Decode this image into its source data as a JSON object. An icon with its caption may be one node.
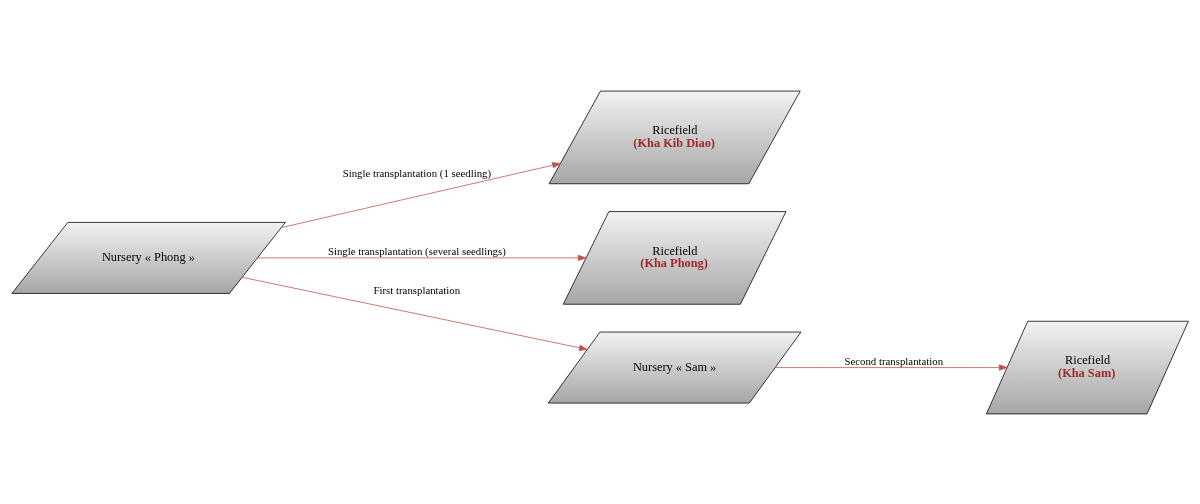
{
  "diagram": {
    "nodes": [
      {
        "text": [
          "Nursery « Phong »"
        ]
      },
      {
        "text": [
          "Ricefield",
          "(Kha Kib Diao)"
        ]
      },
      {
        "text": [
          "Ricefield",
          "(Kha Phong)"
        ]
      },
      {
        "text": [
          "Nursery « Sam »"
        ]
      },
      {
        "text": [
          "Ricefield",
          "(Kha Sam)"
        ]
      }
    ],
    "edges": [
      {
        "from": 0,
        "to": 1,
        "arrow": "to",
        "label": "Single transplantation (1 seedling)"
      },
      {
        "from": 0,
        "to": 2,
        "arrow": "to",
        "label": "Single transplantation (several seedlings)"
      },
      {
        "from": 0,
        "to": 3,
        "arrow": "to",
        "label": "First transplantation"
      },
      {
        "from": 3,
        "to": 4,
        "arrow": "to",
        "label": "Second transplantation"
      }
    ]
  }
}
